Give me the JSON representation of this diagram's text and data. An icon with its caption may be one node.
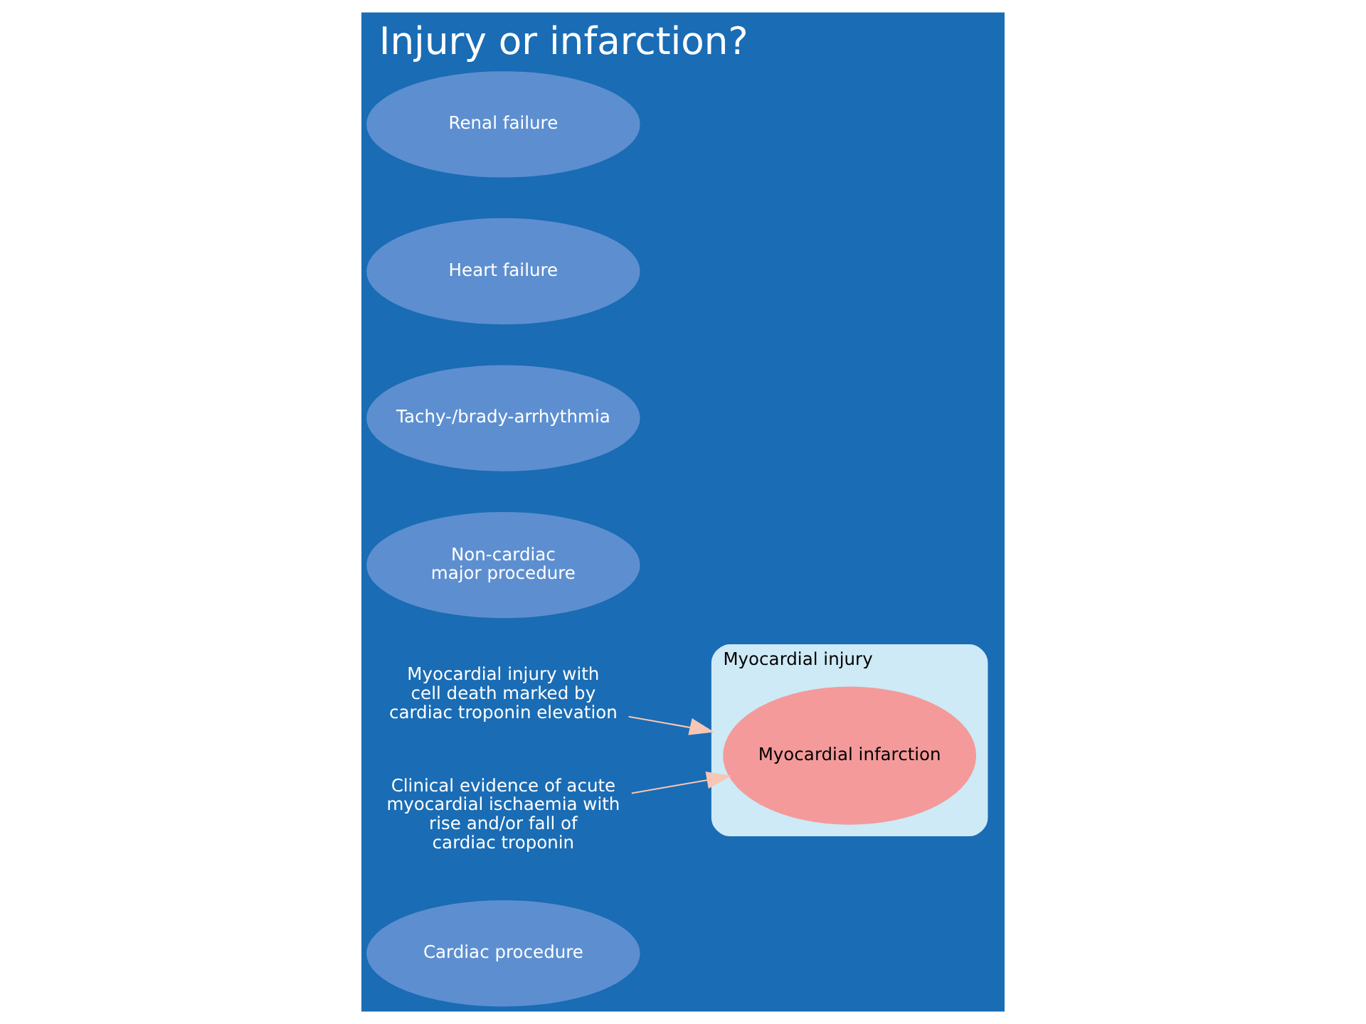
{
  "diagram": {
    "title": "Injury or infarction?",
    "nodes": [
      {
        "text": [
          "Cardiac procedure"
        ]
      },
      {
        "text": [
          "Myocardial injury"
        ]
      },
      {
        "text": [
          "Myocardial infarction"
        ],
        "in": 1
      },
      {
        "text": [
          "Non-cardiac major procedure"
        ]
      },
      {
        "text": [
          "Tachy-/brady-arrhythmia"
        ]
      },
      {
        "text": [
          "Heart failure"
        ]
      },
      {
        "text": [
          "Renal failure"
        ]
      },
      {
        "text": [
          "Myocardial injury with cell death marked by cardiac troponin elevation"
        ]
      },
      {
        "text": [
          "Clinical evidence of acute myocardial ischaemia with rise and/or fall of cardiac troponin"
        ]
      }
    ],
    "edges": [
      {
        "from": 7,
        "to": 1,
        "arrow": "to"
      },
      {
        "from": 8,
        "to": 2,
        "arrow": "to"
      }
    ]
  }
}
